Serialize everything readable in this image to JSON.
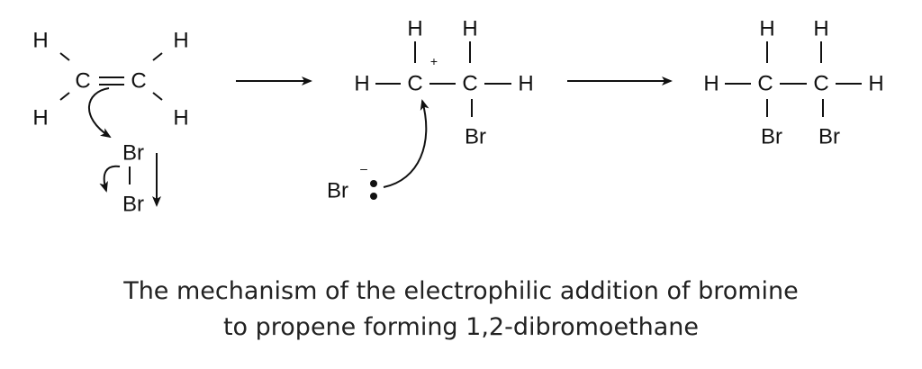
{
  "reactant": {
    "atoms": {
      "h1": "H",
      "h2": "H",
      "h3": "H",
      "h4": "H",
      "c1": "C",
      "c2": "C",
      "br1": "Br",
      "br2": "Br"
    }
  },
  "intermediate": {
    "atoms": {
      "hl": "H",
      "c1": "C",
      "c2": "C",
      "hr": "H",
      "ht1": "H",
      "ht2": "H",
      "br": "Br",
      "charge": "+",
      "bromide": "Br",
      "bromide_charge": "–"
    }
  },
  "product": {
    "atoms": {
      "hl": "H",
      "c1": "C",
      "c2": "C",
      "hr": "H",
      "ht1": "H",
      "ht2": "H",
      "br1": "Br",
      "br2": "Br"
    }
  },
  "caption": {
    "line1": "The mechanism of the electrophilic addition of bromine",
    "line2": "to propene forming 1,2-dibromoethane"
  }
}
